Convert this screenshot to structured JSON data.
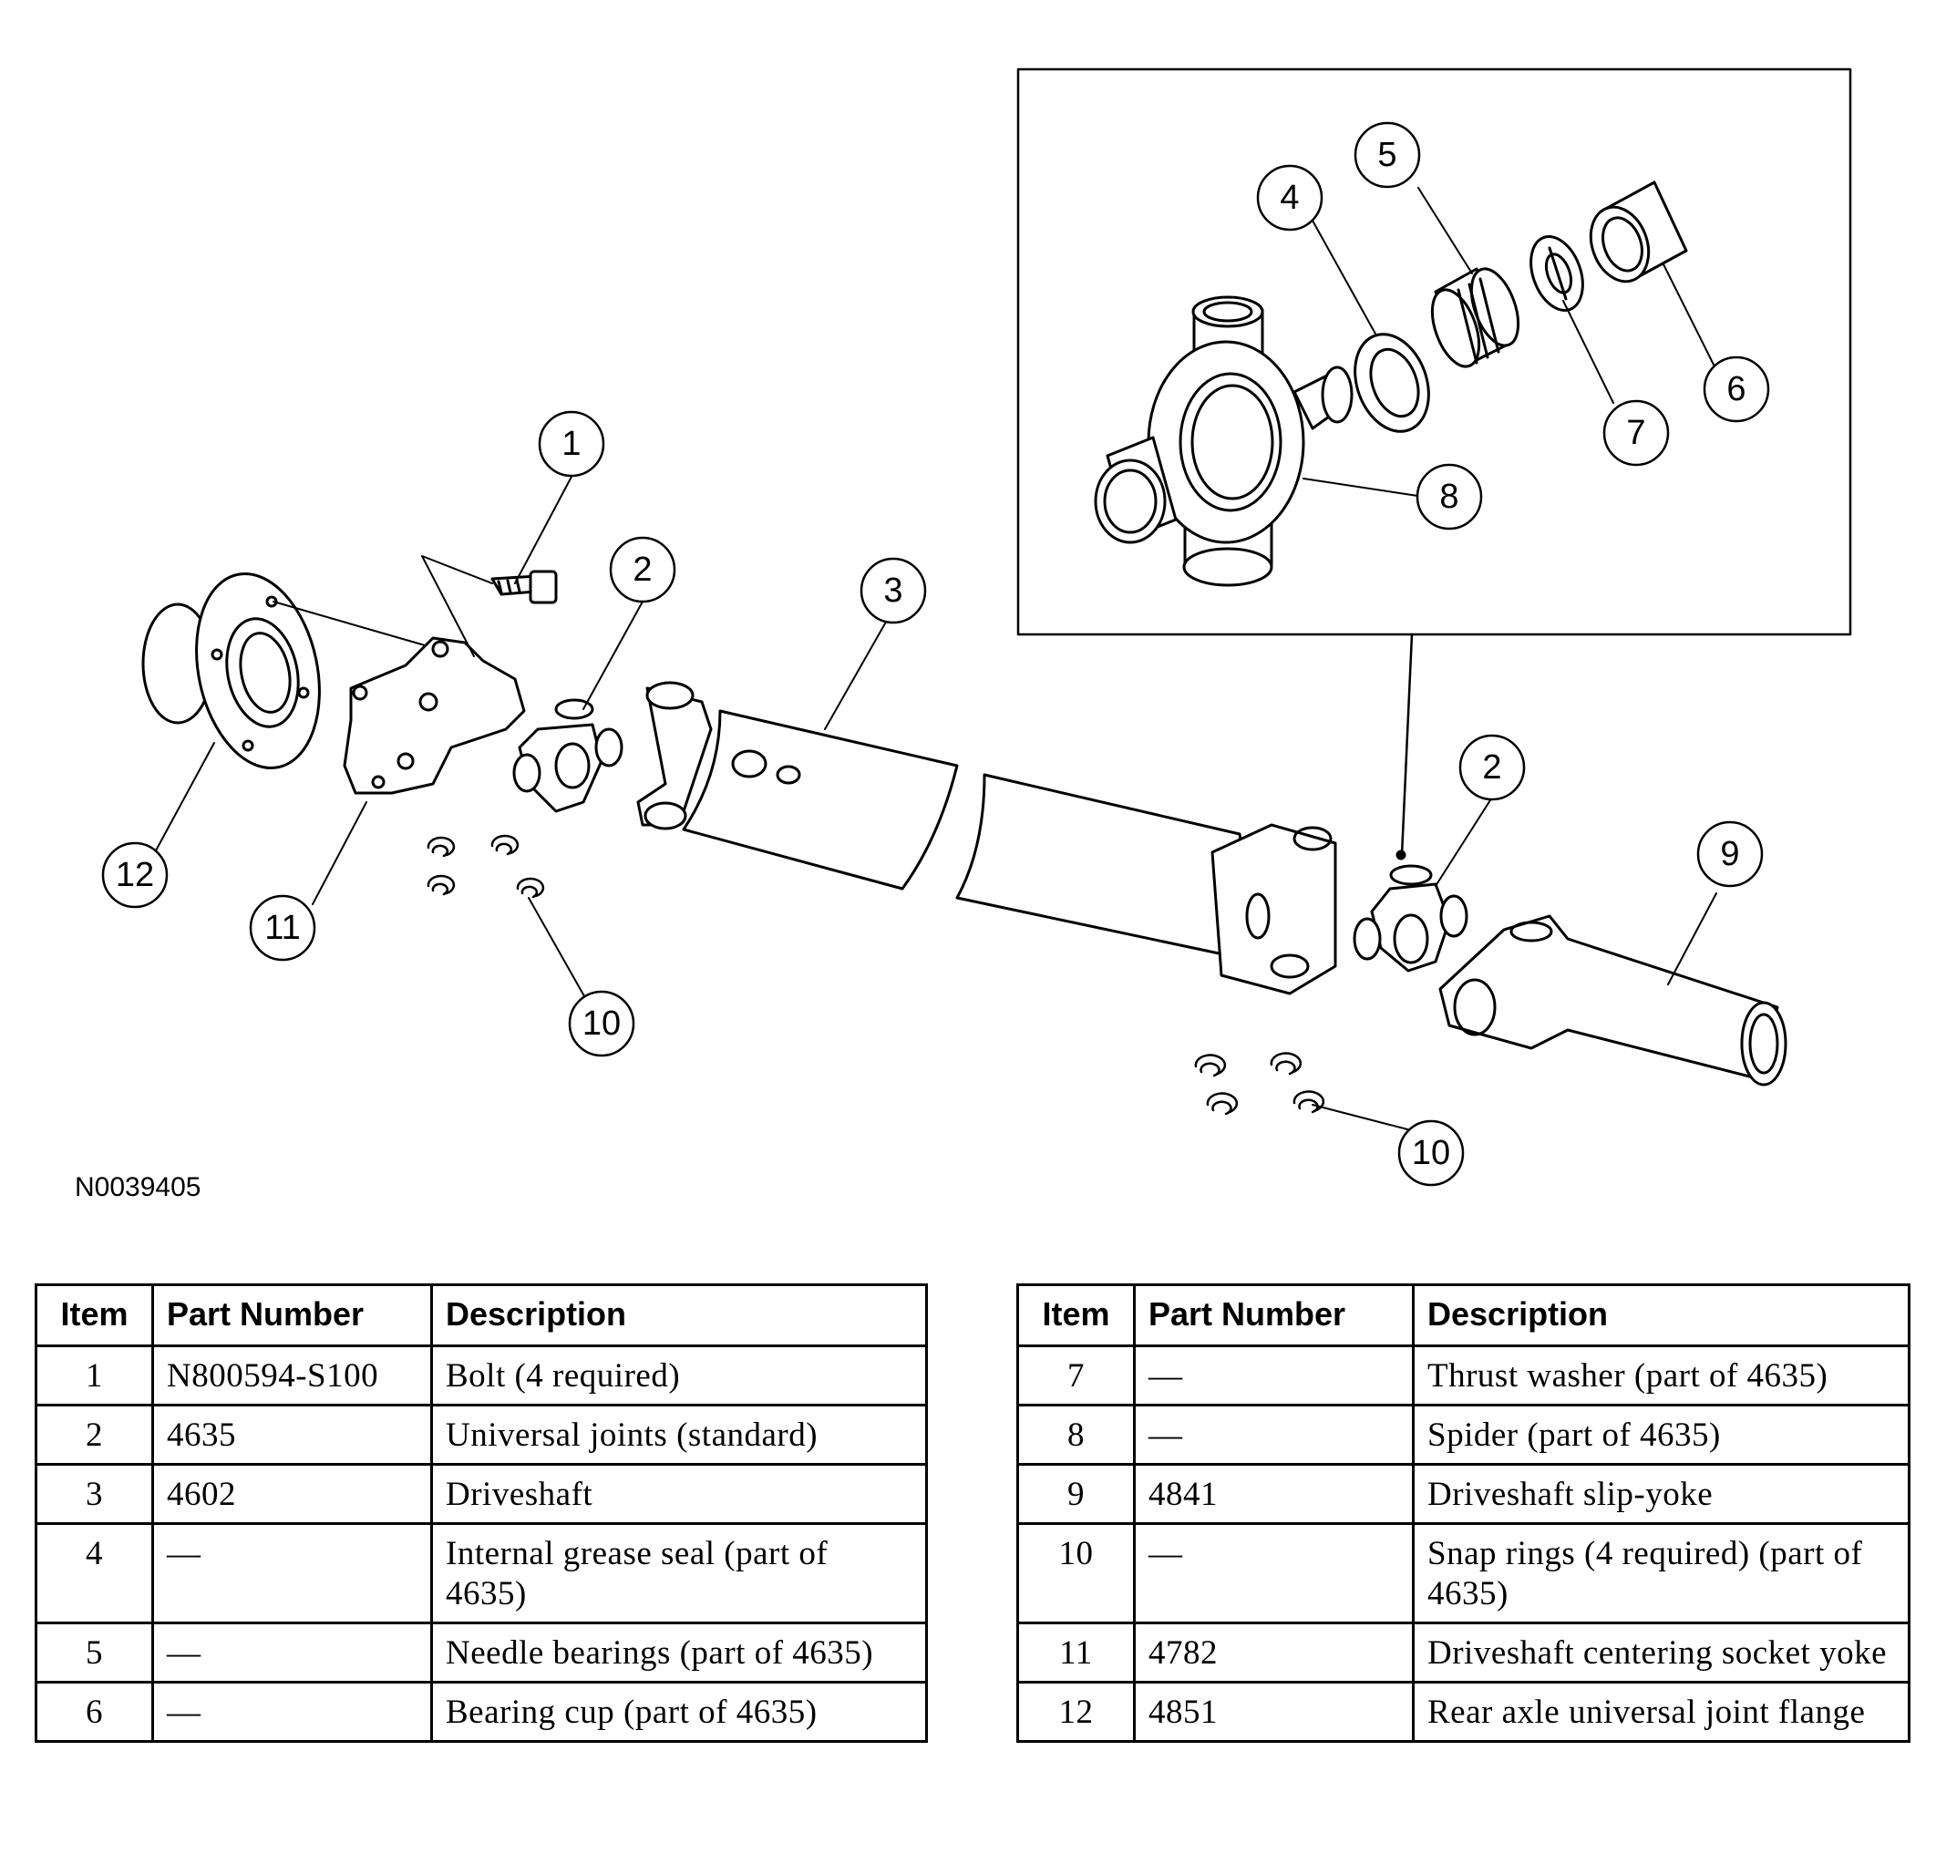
{
  "figure": {
    "code": "N0039405",
    "callouts": [
      "1",
      "2",
      "3",
      "4",
      "5",
      "6",
      "7",
      "8",
      "9",
      "10",
      "11",
      "12",
      "2",
      "10"
    ]
  },
  "tables": [
    {
      "headers": {
        "item": "Item",
        "part_number": "Part Number",
        "description": "Description"
      },
      "rows": [
        {
          "item": "1",
          "part_number": "N800594-S100",
          "description": "Bolt (4 required)"
        },
        {
          "item": "2",
          "part_number": "4635",
          "description": "Universal joints (standard)"
        },
        {
          "item": "3",
          "part_number": "4602",
          "description": "Driveshaft"
        },
        {
          "item": "4",
          "part_number": "—",
          "description": "Internal grease seal (part of 4635)"
        },
        {
          "item": "5",
          "part_number": "—",
          "description": "Needle bearings (part of 4635)"
        },
        {
          "item": "6",
          "part_number": "—",
          "description": "Bearing cup (part of 4635)"
        }
      ]
    },
    {
      "headers": {
        "item": "Item",
        "part_number": "Part Number",
        "description": "Description"
      },
      "rows": [
        {
          "item": "7",
          "part_number": "—",
          "description": "Thrust washer (part of 4635)"
        },
        {
          "item": "8",
          "part_number": "—",
          "description": "Spider (part of 4635)"
        },
        {
          "item": "9",
          "part_number": "4841",
          "description": "Driveshaft slip-yoke"
        },
        {
          "item": "10",
          "part_number": "—",
          "description": "Snap rings (4 required) (part of 4635)"
        },
        {
          "item": "11",
          "part_number": "4782",
          "description": "Driveshaft centering socket yoke"
        },
        {
          "item": "12",
          "part_number": "4851",
          "description": "Rear axle universal joint flange"
        }
      ]
    }
  ]
}
